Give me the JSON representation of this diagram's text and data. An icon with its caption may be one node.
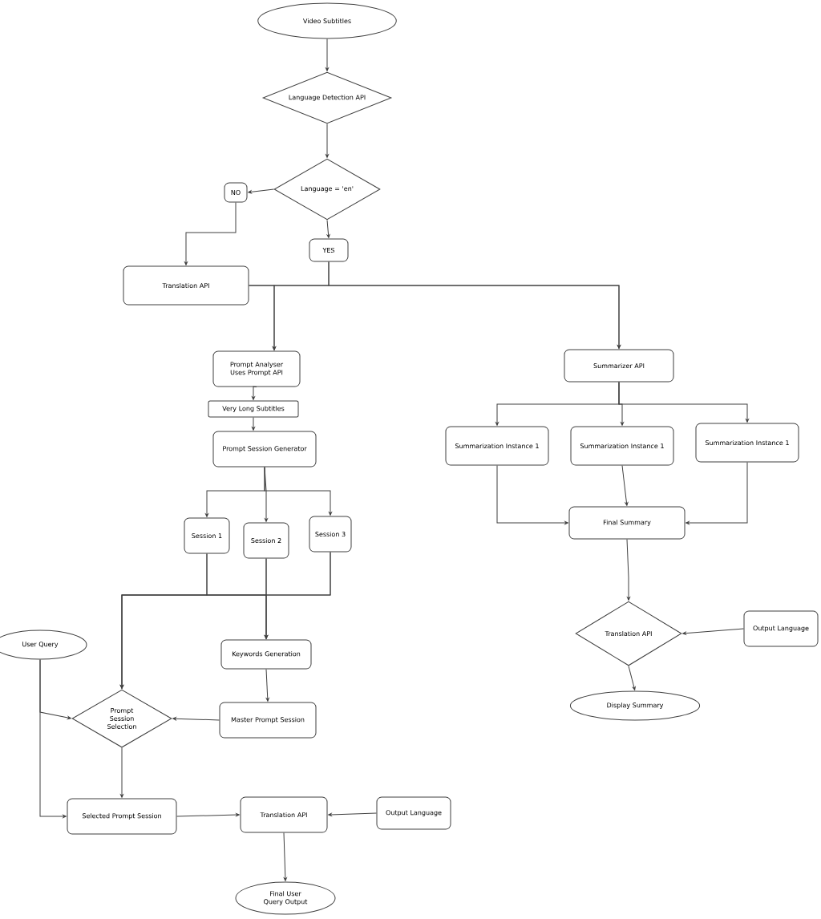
{
  "diagram": {
    "nodes": [
      {
        "text": [
          "Video Subtitles"
        ]
      },
      {
        "text": [
          "Language Detection API"
        ]
      },
      {
        "text": [
          "Language = 'en'"
        ]
      },
      {
        "text": [
          "NO"
        ]
      },
      {
        "text": [
          "YES"
        ]
      },
      {
        "text": [
          "Translation API"
        ]
      },
      {
        "text": [
          "Prompt Analyser Uses Prompt API"
        ]
      },
      {
        "text": [
          "Very Long Subtitles"
        ]
      },
      {
        "text": [
          "Prompt Session Generator"
        ]
      },
      {
        "text": [
          "Session 1"
        ]
      },
      {
        "text": [
          "Session 2"
        ]
      },
      {
        "text": [
          "Session 3"
        ]
      },
      {
        "text": [
          "Summarizer API"
        ]
      },
      {
        "text": [
          "Summarization Instance 1"
        ]
      },
      {
        "text": [
          "Summarization Instance 1"
        ]
      },
      {
        "text": [
          "Summarization Instance 1"
        ]
      },
      {
        "text": [
          "Final Summary"
        ]
      },
      {
        "text": [
          "Translation API"
        ]
      },
      {
        "text": [
          "Output Language"
        ]
      },
      {
        "text": [
          "Display Summary"
        ]
      },
      {
        "text": [
          "User Query"
        ]
      },
      {
        "text": [
          "Keywords Generation"
        ]
      },
      {
        "text": [
          "Master Prompt Session"
        ]
      },
      {
        "text": [
          "Prompt Session Selection"
        ]
      },
      {
        "text": [
          "Selected Prompt Session"
        ]
      },
      {
        "text": [
          "Translation API"
        ]
      },
      {
        "text": [
          "Output Language"
        ]
      },
      {
        "text": [
          "Final User Query Output"
        ]
      }
    ],
    "edges": [
      {
        "from": 0,
        "to": 1,
        "arrow": "to"
      },
      {
        "from": 1,
        "to": 2,
        "arrow": "to"
      },
      {
        "from": 2,
        "to": 3,
        "arrow": "to"
      },
      {
        "from": 2,
        "to": 4,
        "arrow": "to"
      },
      {
        "from": 3,
        "to": 5,
        "arrow": "to"
      },
      {
        "from": 5,
        "to": 6,
        "arrow": "to"
      },
      {
        "from": 5,
        "to": 12,
        "arrow": "to"
      },
      {
        "from": 4,
        "to": 6,
        "arrow": "to"
      },
      {
        "from": 4,
        "to": 12,
        "arrow": "to"
      },
      {
        "from": 6,
        "to": 7,
        "arrow": "to"
      },
      {
        "from": 7,
        "to": 8,
        "arrow": "to"
      },
      {
        "from": 8,
        "to": 9,
        "arrow": "to"
      },
      {
        "from": 8,
        "to": 10,
        "arrow": "to"
      },
      {
        "from": 8,
        "to": 11,
        "arrow": "to"
      },
      {
        "from": 9,
        "to": 23,
        "arrow": "to"
      },
      {
        "from": 10,
        "to": 23,
        "arrow": "to"
      },
      {
        "from": 11,
        "to": 23,
        "arrow": "to"
      },
      {
        "from": 9,
        "to": 21,
        "arrow": "to"
      },
      {
        "from": 10,
        "to": 21,
        "arrow": "to"
      },
      {
        "from": 11,
        "to": 21,
        "arrow": "to"
      },
      {
        "from": 21,
        "to": 22,
        "arrow": "to"
      },
      {
        "from": 22,
        "to": 23,
        "arrow": "to"
      },
      {
        "from": 20,
        "to": 23,
        "arrow": "to"
      },
      {
        "from": 20,
        "to": 24,
        "arrow": "to"
      },
      {
        "from": 23,
        "to": 24,
        "arrow": "to"
      },
      {
        "from": 24,
        "to": 25,
        "arrow": "to"
      },
      {
        "from": 26,
        "to": 25,
        "arrow": "to"
      },
      {
        "from": 25,
        "to": 27,
        "arrow": "to"
      },
      {
        "from": 12,
        "to": 13,
        "arrow": "to"
      },
      {
        "from": 12,
        "to": 14,
        "arrow": "to"
      },
      {
        "from": 12,
        "to": 15,
        "arrow": "to"
      },
      {
        "from": 13,
        "to": 16,
        "arrow": "to"
      },
      {
        "from": 14,
        "to": 16,
        "arrow": "to"
      },
      {
        "from": 15,
        "to": 16,
        "arrow": "to"
      },
      {
        "from": 16,
        "to": 17,
        "arrow": "to"
      },
      {
        "from": 18,
        "to": 17,
        "arrow": "to"
      },
      {
        "from": 17,
        "to": 19,
        "arrow": "to"
      }
    ]
  }
}
